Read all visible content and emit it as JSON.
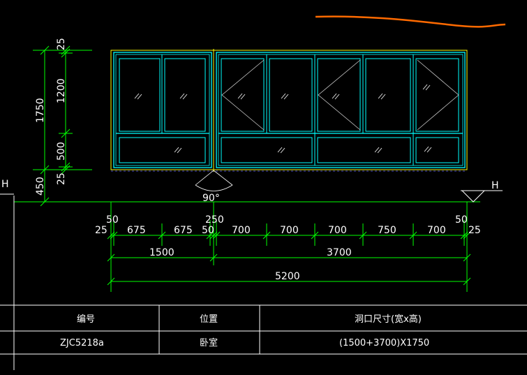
{
  "colors": {
    "background": "#000000",
    "dimension": "#00ff00",
    "frame_outer": "#ffff00",
    "frame": "#00ffff",
    "glass_mark": "#ffffff",
    "sash_swing": "#c8c8c8",
    "table_line": "#ffffff",
    "text": "#ffffff",
    "accent_curve": "#ff6a00"
  },
  "level_mark": {
    "left_label": "H",
    "right_label": "H"
  },
  "fold_angle_label": "90°",
  "vertical_dims": {
    "total": "1750",
    "parts": [
      "25",
      "1200",
      "500",
      "25"
    ],
    "sill": "450"
  },
  "horizontal_dims": {
    "detail_a": [
      "25",
      "675",
      "675",
      "50",
      "700",
      "700",
      "700",
      "750",
      "700",
      "25"
    ],
    "top_small": [
      "50",
      "250",
      "50"
    ],
    "widths": [
      "1500",
      "3700"
    ],
    "total": "5200"
  },
  "table": {
    "headers": [
      "编号",
      "位置",
      "洞口尺寸(宽x高)"
    ],
    "row": [
      "ZJC5218a",
      "卧室",
      "(1500+3700)X1750"
    ]
  }
}
